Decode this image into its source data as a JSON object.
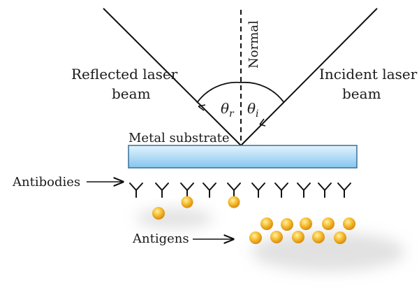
{
  "labels": {
    "normal": "Normal",
    "reflected_line1": "Reflected laser",
    "reflected_line2": "beam",
    "incident_line1": "Incident laser",
    "incident_line2": "beam",
    "theta_r_symbol": "θ",
    "theta_r_sub": "r",
    "theta_i_symbol": "θ",
    "theta_i_sub": "i",
    "metal_substrate": "Metal substrate",
    "antibodies": "Antibodies",
    "antigens": "Antigens"
  },
  "colors": {
    "substrate_fill_top": "#d6eefc",
    "substrate_fill_bottom": "#8fcbf0",
    "substrate_stroke": "#3a6f97",
    "line": "#111111",
    "antigen_light": "#ffe27a",
    "antigen_dark": "#e69a10"
  },
  "counts": {
    "antibodies": 10,
    "bound_antigens": 2,
    "free_antigens": 11
  }
}
